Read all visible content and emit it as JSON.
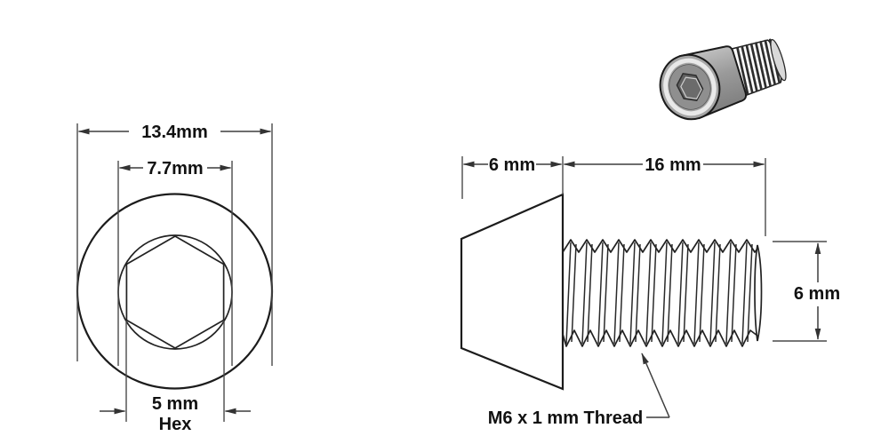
{
  "drawing": {
    "title": "M6 socket head cap screw dimensioned drawing",
    "front_view": {
      "head_diameter_label": "13.4mm",
      "socket_circle_label": "7.7mm",
      "hex_size_label": "5 mm",
      "hex_caption": "Hex"
    },
    "side_view": {
      "head_length_label": "6 mm",
      "thread_length_label": "16 mm",
      "thread_diameter_label": "6 mm",
      "thread_spec_label": "M6 x 1 mm Thread"
    },
    "colors": {
      "line": "#1c1c1c",
      "dimension": "#3d3d3d",
      "text": "#111111",
      "head_gray": "#9a9a9a",
      "chamfer_ring": "#e9e9e9",
      "socket_dark": "#606060",
      "background": "#ffffff"
    }
  }
}
